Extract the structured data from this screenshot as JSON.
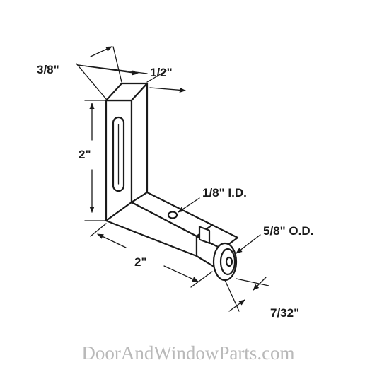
{
  "figure": {
    "labels": {
      "depth": "3/8\"",
      "width": "1/2\"",
      "height": "2\"",
      "hole_id": "1/8\" I.D.",
      "roller_od": "5/8\" O.D.",
      "length": "2\"",
      "roller_width": "7/32\""
    },
    "watermark": "DoorAndWindowParts.com",
    "colors": {
      "ink": "#1a1a1a",
      "watermark": "#b9b9b9",
      "background": "#ffffff"
    }
  }
}
